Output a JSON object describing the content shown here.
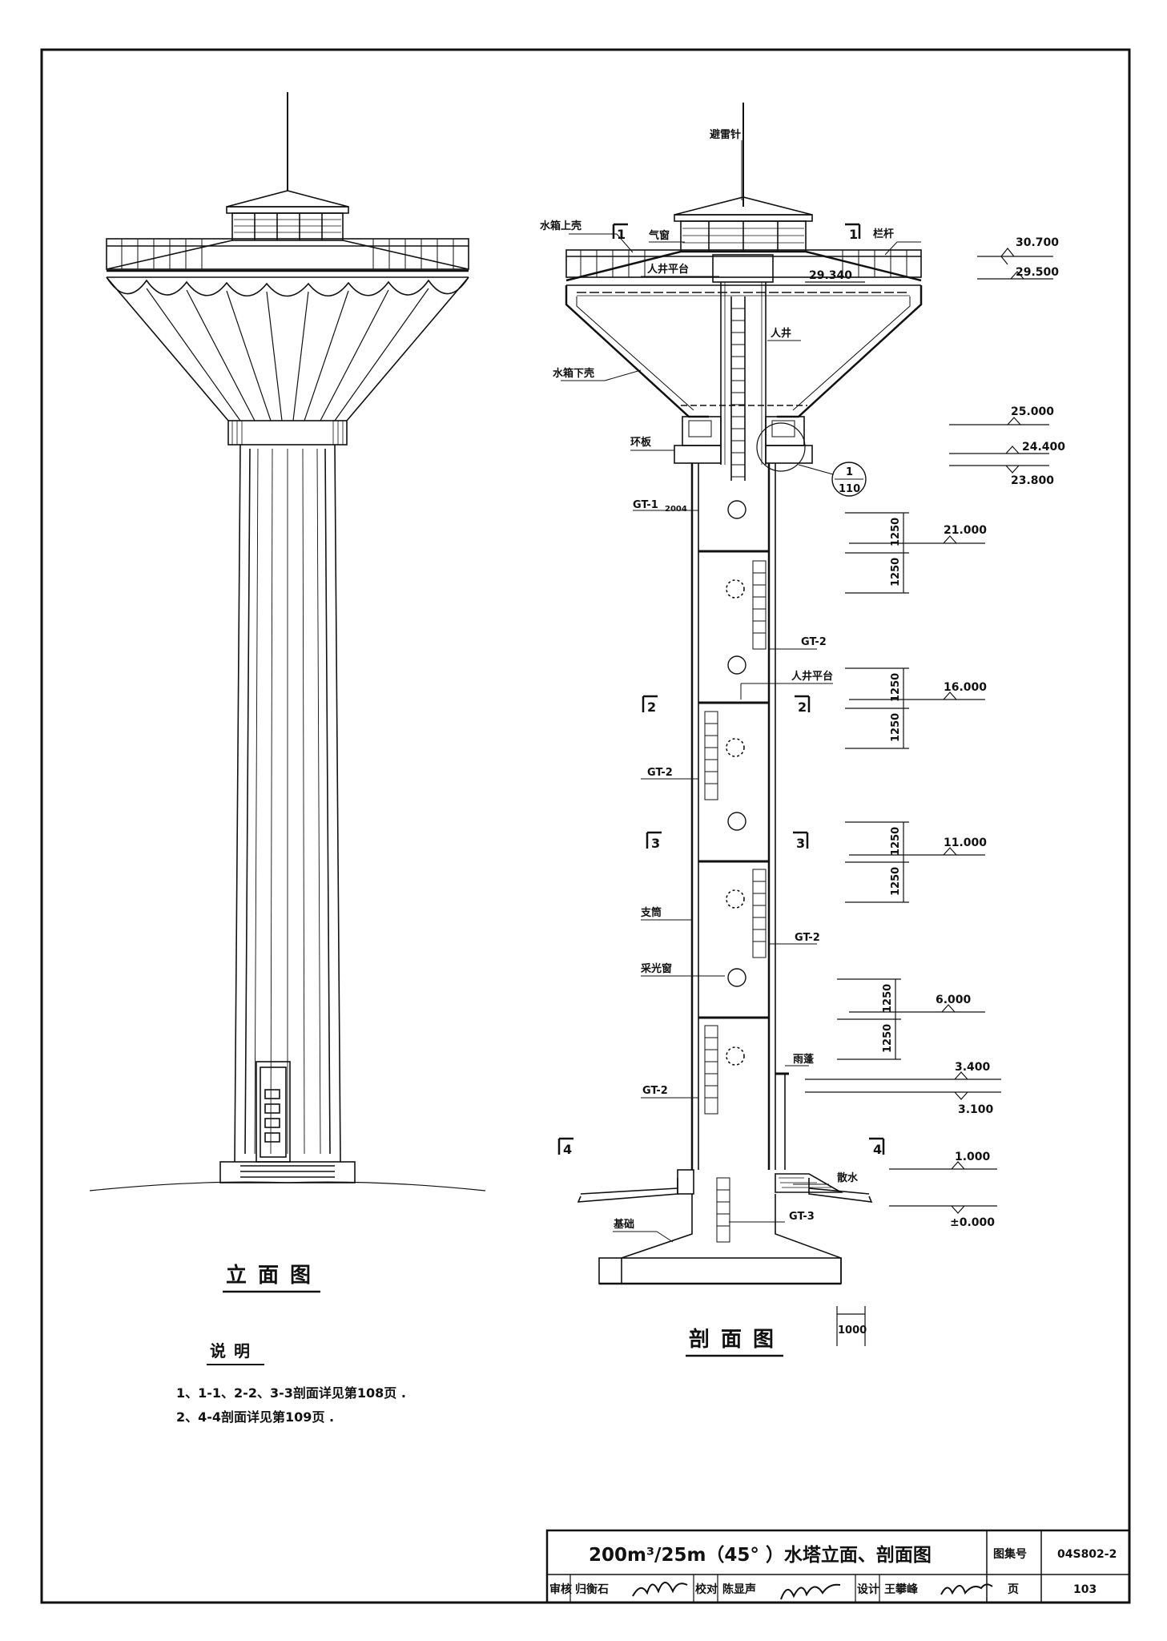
{
  "elevation_view": {
    "title": "立面图"
  },
  "section_view": {
    "title": "剖面图",
    "labels": {
      "lightning_rod": "避雷针",
      "tank_top_shell": "水箱上壳",
      "air_window": "气窗",
      "railing": "栏杆",
      "manhole_platform_top": "人井平台",
      "manhole": "人井",
      "tank_bottom_shell": "水箱下壳",
      "ring_plate": "环板",
      "gt1": "GT-1",
      "gt1_extra": "2004",
      "gt2_a": "GT-2",
      "manhole_platform_mid": "人井平台",
      "gt2_b": "GT-2",
      "support_tube": "支筒",
      "gt2_c": "GT-2",
      "skylight": "采光窗",
      "canopy": "雨蓬",
      "gt2_d": "GT-2",
      "apron": "散水",
      "foundation": "基础",
      "gt3": "GT-3"
    },
    "detail_callout": {
      "num": "1",
      "page": "110"
    },
    "section_marks": {
      "s1_left": "1",
      "s1_right": "1",
      "s2_left": "2",
      "s2_right": "2",
      "s3_left": "3",
      "s3_right": "3",
      "s4_left": "4",
      "s4_right": "4"
    },
    "elevations": {
      "e30700": "30.700",
      "e29500": "29.500",
      "e29340": "29.340",
      "e25000": "25.000",
      "e24400": "24.400",
      "e23800": "23.800",
      "e21000": "21.000",
      "e16000": "16.000",
      "e11000": "11.000",
      "e6000": "6.000",
      "e3400": "3.400",
      "e3100": "3.100",
      "e1000": "1.000",
      "e0": "±0.000"
    },
    "dims": {
      "d21a": "1250",
      "d21b": "1250",
      "d16a": "1250",
      "d16b": "1250",
      "d11a": "1250",
      "d11b": "1250",
      "d6a": "1250",
      "d6b": "1250",
      "scale": "1000"
    }
  },
  "notes": {
    "heading": "说明",
    "items": [
      "1、1-1、2-2、3-3剖面详见第108页 .",
      "2、4-4剖面详见第109页 ."
    ]
  },
  "title_block": {
    "title": "200m³/25m（45° ）水塔立面、剖面图",
    "atlas_label": "图集号",
    "atlas_no": "04S802-2",
    "review_label": "审核",
    "reviewer": "归衡石",
    "check_label": "校对",
    "checker": "陈显声",
    "design_label": "设计",
    "designer": "王攀峰",
    "page_label": "页",
    "page_no": "103"
  }
}
